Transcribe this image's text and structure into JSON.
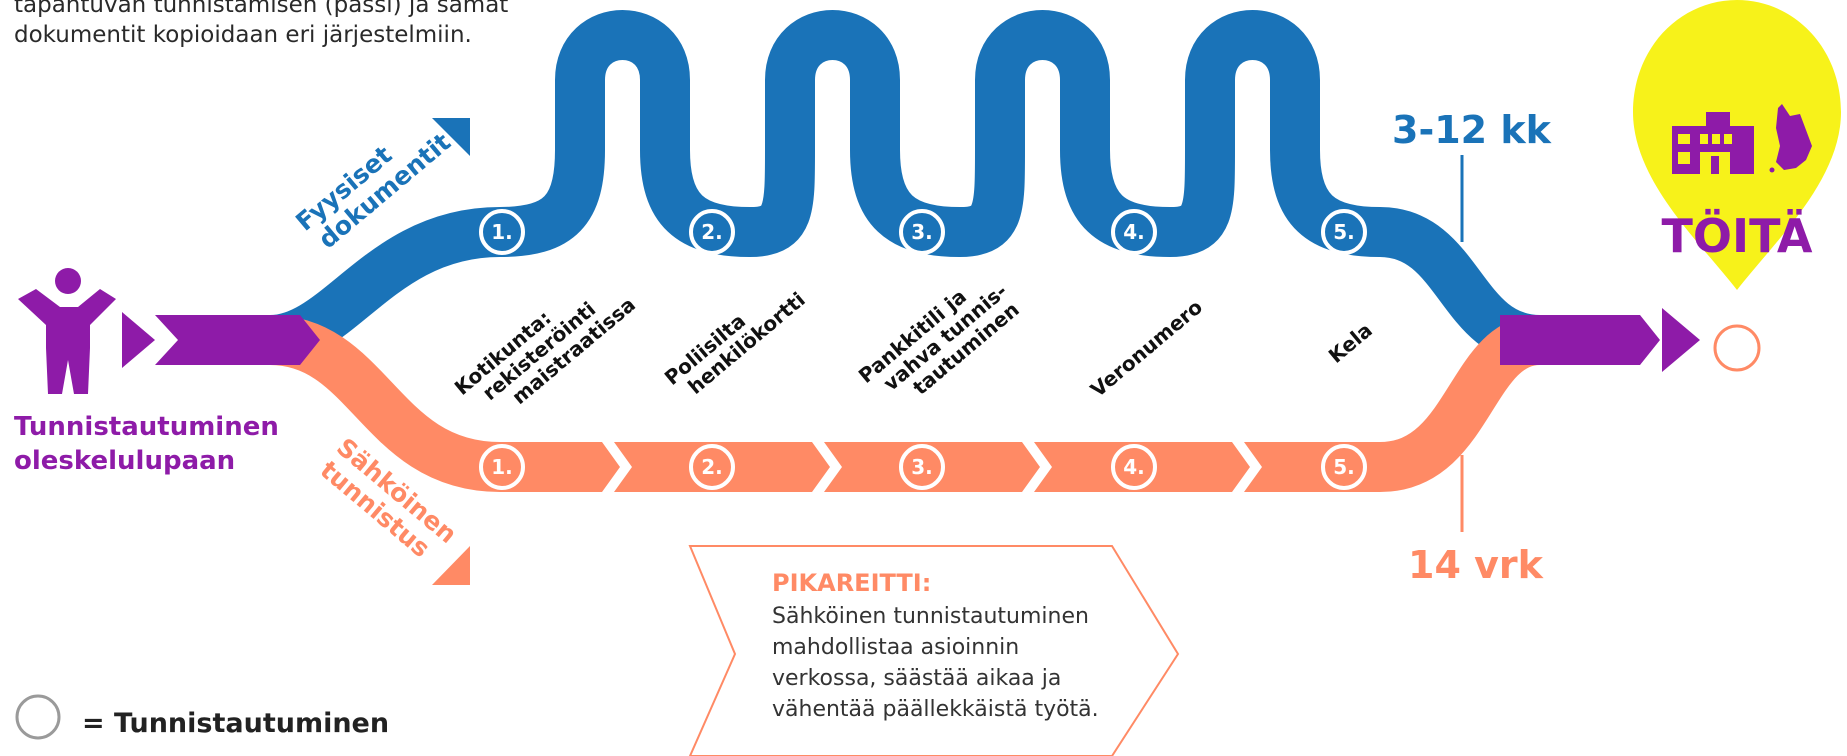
{
  "intro": {
    "lines": [
      "tapahtuvan  tunnistamisen (passi) ja samat",
      "dokumentit kopioidaan eri järjestelmiin."
    ]
  },
  "start": {
    "label_lines": [
      "Tunnistautuminen",
      "oleskelulupaan"
    ]
  },
  "physical_route": {
    "label_lines": [
      "Fyysiset",
      "dokumentit"
    ],
    "duration": "3-12 kk",
    "color": "#1a73b8"
  },
  "electronic_route": {
    "label_lines": [
      "Sähköinen",
      "tunnistus"
    ],
    "duration": "14 vrk",
    "color": "#ff8a65"
  },
  "steps": [
    {
      "number": "1.",
      "label_lines": [
        "Kotikunta:",
        "rekisteröinti",
        "maistraatissa"
      ]
    },
    {
      "number": "2.",
      "label_lines": [
        "Poliisilta",
        "henkilökortti"
      ]
    },
    {
      "number": "3.",
      "label_lines": [
        "Pankkitili ja",
        "vahva tunnis-",
        "tautuminen"
      ]
    },
    {
      "number": "4.",
      "label_lines": [
        "Veronumero"
      ]
    },
    {
      "number": "5.",
      "label_lines": [
        "Kela"
      ]
    }
  ],
  "fast_track": {
    "title": "PIKAREITTI:",
    "lines": [
      "Sähköinen tunnistautuminen",
      "mahdollistaa asioinnin",
      "verkossa, säästää aikaa ja",
      "vähentää päällekkäistä työtä."
    ]
  },
  "goal": {
    "label": "TÖITÄ",
    "pin_color": "#f7f21a",
    "icon_color": "#8e1ba8"
  },
  "legend": {
    "text": "= Tunnistautuminen"
  },
  "colors": {
    "purple": "#8e1ba8",
    "blue": "#1a73b8",
    "orange": "#ff8a65"
  }
}
